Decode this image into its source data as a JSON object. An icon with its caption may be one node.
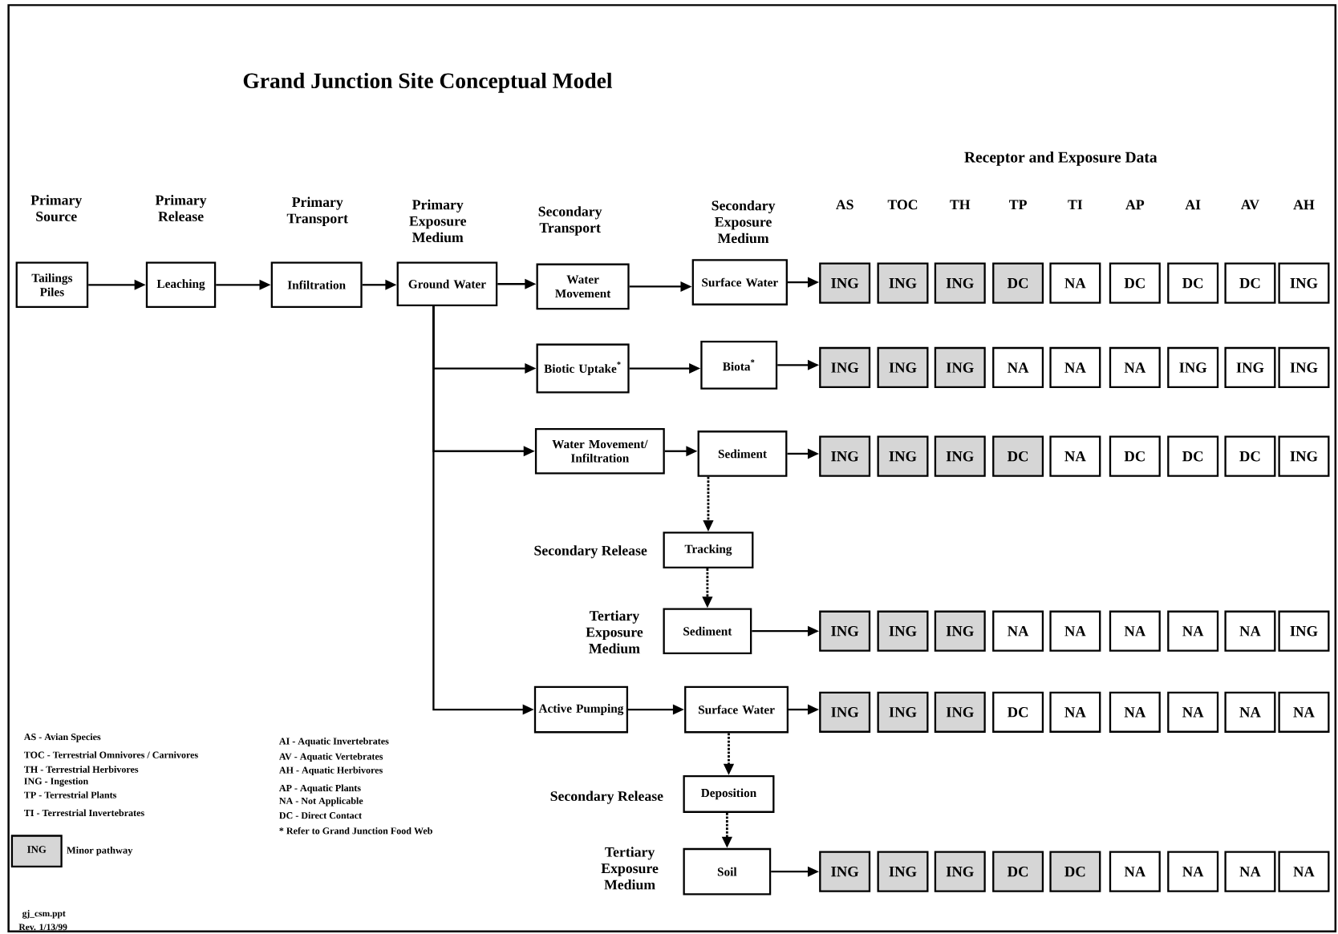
{
  "diagram": {
    "title": "Grand Junction Site Conceptual Model",
    "nodes": [
      {
        "text": [
          "Tailings Piles"
        ]
      },
      {
        "text": [
          "Leaching"
        ]
      },
      {
        "text": [
          "Infiltration"
        ]
      },
      {
        "text": [
          "Ground Water"
        ]
      },
      {
        "text": [
          "Water Movement"
        ]
      },
      {
        "text": [
          "Surface Water"
        ]
      },
      {
        "text": [
          "ING"
        ]
      },
      {
        "text": [
          "ING"
        ]
      },
      {
        "text": [
          "ING"
        ]
      },
      {
        "text": [
          "DC"
        ]
      },
      {
        "text": [
          "NA"
        ]
      },
      {
        "text": [
          "DC"
        ]
      },
      {
        "text": [
          "DC"
        ]
      },
      {
        "text": [
          "DC"
        ]
      },
      {
        "text": [
          "ING"
        ]
      },
      {
        "text": [
          "Biotic Uptake$^{*}$"
        ]
      },
      {
        "text": [
          "Biota$^{*}$"
        ]
      },
      {
        "text": [
          "ING"
        ]
      },
      {
        "text": [
          "ING"
        ]
      },
      {
        "text": [
          "ING"
        ]
      },
      {
        "text": [
          "NA"
        ]
      },
      {
        "text": [
          "NA"
        ]
      },
      {
        "text": [
          "NA"
        ]
      },
      {
        "text": [
          "ING"
        ]
      },
      {
        "text": [
          "ING"
        ]
      },
      {
        "text": [
          "ING"
        ]
      },
      {
        "text": [
          "Water Movement/ Infiltration"
        ]
      },
      {
        "text": [
          "Sediment"
        ]
      },
      {
        "text": [
          "ING"
        ]
      },
      {
        "text": [
          "ING"
        ]
      },
      {
        "text": [
          "ING"
        ]
      },
      {
        "text": [
          "DC"
        ]
      },
      {
        "text": [
          "NA"
        ]
      },
      {
        "text": [
          "DC"
        ]
      },
      {
        "text": [
          "DC"
        ]
      },
      {
        "text": [
          "DC"
        ]
      },
      {
        "text": [
          "ING"
        ]
      },
      {
        "text": [
          "Tracking"
        ]
      },
      {
        "text": [
          "Sediment"
        ]
      },
      {
        "text": [
          "ING"
        ]
      },
      {
        "text": [
          "ING"
        ]
      },
      {
        "text": [
          "ING"
        ]
      },
      {
        "text": [
          "NA"
        ]
      },
      {
        "text": [
          "NA"
        ]
      },
      {
        "text": [
          "NA"
        ]
      },
      {
        "text": [
          "NA"
        ]
      },
      {
        "text": [
          "NA"
        ]
      },
      {
        "text": [
          "ING"
        ]
      },
      {
        "text": [
          "Active Pumping"
        ]
      },
      {
        "text": [
          "Surface Water"
        ]
      },
      {
        "text": [
          "ING"
        ]
      },
      {
        "text": [
          "ING"
        ]
      },
      {
        "text": [
          "ING"
        ]
      },
      {
        "text": [
          "DC"
        ]
      },
      {
        "text": [
          "NA"
        ]
      },
      {
        "text": [
          "NA"
        ]
      },
      {
        "text": [
          "NA"
        ]
      },
      {
        "text": [
          "NA"
        ]
      },
      {
        "text": [
          "NA"
        ]
      },
      {
        "text": [
          "Deposition"
        ]
      },
      {
        "text": [
          "Soil"
        ]
      },
      {
        "text": [
          "ING"
        ]
      },
      {
        "text": [
          "ING"
        ]
      },
      {
        "text": [
          "ING"
        ]
      },
      {
        "text": [
          "DC"
        ]
      },
      {
        "text": [
          "DC"
        ]
      },
      {
        "text": [
          "NA"
        ]
      },
      {
        "text": [
          "NA"
        ]
      },
      {
        "text": [
          "NA"
        ]
      },
      {
        "text": [
          "NA"
        ]
      }
    ],
    "edges": [
      {
        "from": 0,
        "to": 1,
        "arrow": "to"
      },
      {
        "from": 1,
        "to": 2,
        "arrow": "to"
      },
      {
        "from": 2,
        "to": 3,
        "arrow": "to"
      },
      {
        "from": 3,
        "to": 4,
        "arrow": "to"
      },
      {
        "from": 4,
        "to": 5,
        "arrow": "to"
      },
      {
        "from": 5,
        "to": 6,
        "arrow": "to"
      },
      {
        "from": 3,
        "to": 15,
        "arrow": "to"
      },
      {
        "from": 15,
        "to": 16,
        "arrow": "to"
      },
      {
        "from": 16,
        "to": 17,
        "arrow": "to"
      },
      {
        "from": 3,
        "to": 26,
        "arrow": "to"
      },
      {
        "from": 26,
        "to": 27,
        "arrow": "to"
      },
      {
        "from": 27,
        "to": 28,
        "arrow": "to"
      },
      {
        "from": 27,
        "to": 37,
        "arrow": "to",
        "style": "dashed"
      },
      {
        "from": 37,
        "to": 38,
        "arrow": "to",
        "style": "dashed"
      },
      {
        "from": 38,
        "to": 39,
        "arrow": "to"
      },
      {
        "from": 3,
        "to": 48,
        "arrow": "to"
      },
      {
        "from": 48,
        "to": 49,
        "arrow": "to"
      },
      {
        "from": 49,
        "to": 50,
        "arrow": "to"
      },
      {
        "from": 49,
        "to": 59,
        "arrow": "to",
        "style": "dashed"
      },
      {
        "from": 59,
        "to": 60,
        "arrow": "to",
        "style": "dashed"
      },
      {
        "from": 60,
        "to": 61,
        "arrow": "to"
      }
    ],
    "labels": [
      "Primary Source",
      "Primary Release",
      "Primary Transport",
      "Primary Exposure Medium",
      "Secondary Transport",
      "Secondary Exposure Medium",
      "Receptor and Exposure Data",
      "AS",
      "TOC",
      "TH",
      "TP",
      "TI",
      "AP",
      "AI",
      "AV",
      "AH",
      "Secondary Release",
      "Tertiary Exposure Medium",
      "Secondary Release",
      "Tertiary Exposure Medium",
      "AS - Avian Species",
      "TOC - Terrestrial Omnivores / Carnivores",
      "TH - Terrestrial Herbivores",
      "ING - Ingestion",
      "TP - Terrestrial Plants",
      "TI - Terrestrial Invertebrates",
      "AI - Aquatic Invertebrates",
      "AV - Aquatic Vertebrates",
      "AH - Aquatic Herbivores",
      "AP - Aquatic Plants",
      "NA - Not Applicable",
      "DC - Direct Contact",
      "* Refer to Grand Junction Food Web",
      "ING",
      "gj_csm.ppt",
      "Rev. 1/13/99"
    ],
    "legend": [
      {
        "text": "Minor pathway",
        "color": "#d6d6d6"
      }
    ]
  }
}
